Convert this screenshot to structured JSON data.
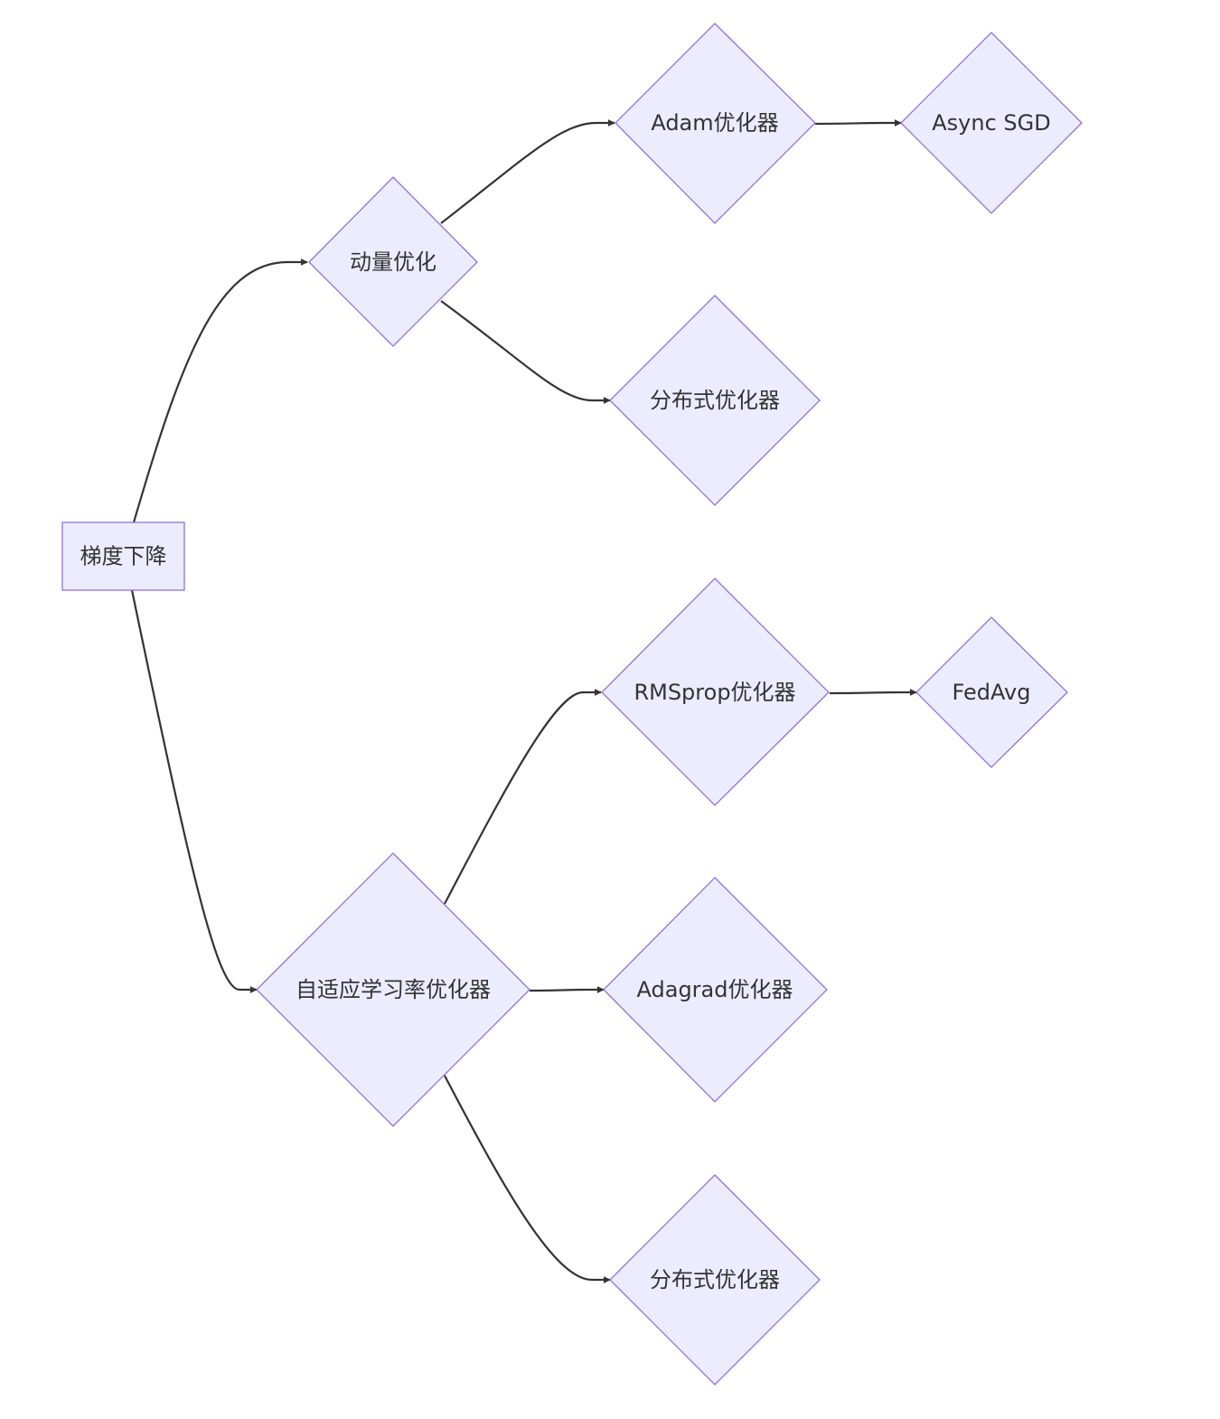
{
  "diagram": {
    "colors": {
      "node_fill": "#ECECFF",
      "node_stroke": "#9370DB",
      "edge": "#333333",
      "text": "#333333"
    },
    "nodes": {
      "gradient_descent": {
        "label": "梯度下降",
        "shape": "rect"
      },
      "momentum": {
        "label": "动量优化",
        "shape": "diamond"
      },
      "adaptive_lr": {
        "label": "自适应学习率优化器",
        "shape": "diamond"
      },
      "adam": {
        "label": "Adam优化器",
        "shape": "diamond"
      },
      "distributed_1": {
        "label": "分布式优化器",
        "shape": "diamond"
      },
      "async_sgd": {
        "label": "Async SGD",
        "shape": "diamond"
      },
      "rmsprop": {
        "label": "RMSprop优化器",
        "shape": "diamond"
      },
      "adagrad": {
        "label": "Adagrad优化器",
        "shape": "diamond"
      },
      "distributed_2": {
        "label": "分布式优化器",
        "shape": "diamond"
      },
      "fedavg": {
        "label": "FedAvg",
        "shape": "diamond"
      }
    },
    "edges": [
      {
        "from": "gradient_descent",
        "to": "momentum"
      },
      {
        "from": "gradient_descent",
        "to": "adaptive_lr"
      },
      {
        "from": "momentum",
        "to": "adam"
      },
      {
        "from": "momentum",
        "to": "distributed_1"
      },
      {
        "from": "adam",
        "to": "async_sgd"
      },
      {
        "from": "adaptive_lr",
        "to": "rmsprop"
      },
      {
        "from": "adaptive_lr",
        "to": "adagrad"
      },
      {
        "from": "adaptive_lr",
        "to": "distributed_2"
      },
      {
        "from": "rmsprop",
        "to": "fedavg"
      }
    ]
  }
}
